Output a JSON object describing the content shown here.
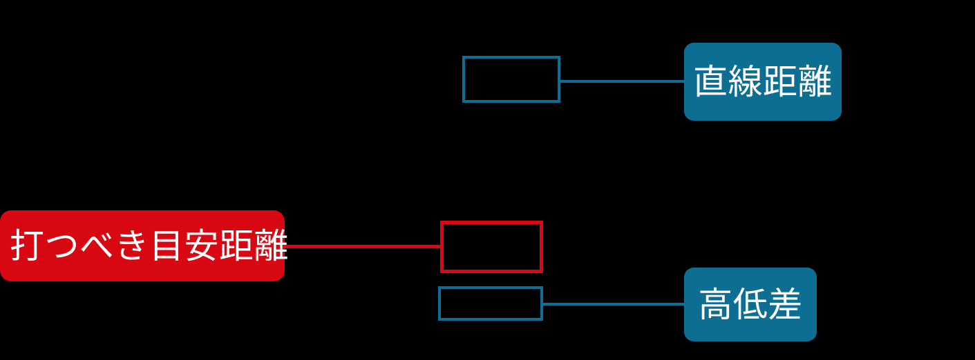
{
  "diagram": {
    "type": "mind-map",
    "background_color": "#000000",
    "accent_red": "#d80812",
    "accent_blue": "#0d6e94",
    "root": {
      "label": "打つべき目安距離",
      "shape": "rounded-rectangle",
      "fill": "#d80812",
      "text_color": "#ffffff"
    },
    "branches": [
      {
        "label": "直線距離",
        "shape": "rounded-rectangle",
        "fill": "#0d6e94",
        "text_color": "#ffffff"
      },
      {
        "label": "高低差",
        "shape": "rounded-rectangle",
        "fill": "#0d6e94",
        "text_color": "#ffffff"
      }
    ],
    "slots": [
      {
        "label": "",
        "outline": "#0d6e94",
        "filled": false
      },
      {
        "label": "",
        "outline": "#e00511",
        "filled": false
      },
      {
        "label": "",
        "outline": "#0d6e94",
        "filled": false
      }
    ]
  }
}
